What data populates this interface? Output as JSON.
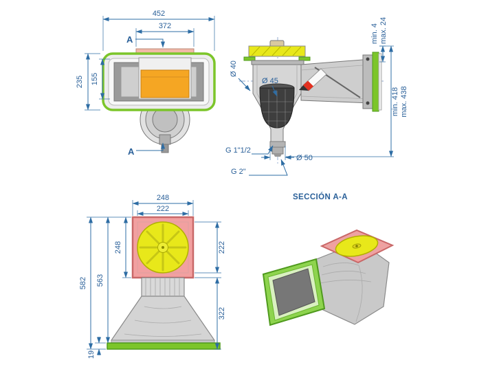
{
  "colors": {
    "accent_blue": "#2a6099",
    "green": "#7cc52a",
    "green_bright": "#8ed44e",
    "green_dark": "#4f9a1d",
    "yellow": "#e8e81a",
    "orange": "#f5a623",
    "pink": "#f2a0a0",
    "pink_border": "#c86868",
    "body_gray": "#d4d4d4"
  },
  "plan_view": {
    "d452": "452",
    "d372": "372",
    "d235": "235",
    "d155": "155",
    "section_a": "A"
  },
  "section_view": {
    "min4": "min. 4",
    "max24": "max. 24",
    "min418": "min. 418",
    "max438": "max. 438",
    "d40": "Ø 40",
    "d45": "Ø 45",
    "g112": "G 1\"1/2",
    "d50": "Ø 50",
    "g2": "G 2\"",
    "caption": "SECCIÓN A-A"
  },
  "front_view": {
    "d248_top": "248",
    "d222_top": "222",
    "d248_left": "248",
    "d563": "563",
    "d582": "582",
    "d222_right": "222",
    "d322": "322",
    "d19": "19"
  }
}
